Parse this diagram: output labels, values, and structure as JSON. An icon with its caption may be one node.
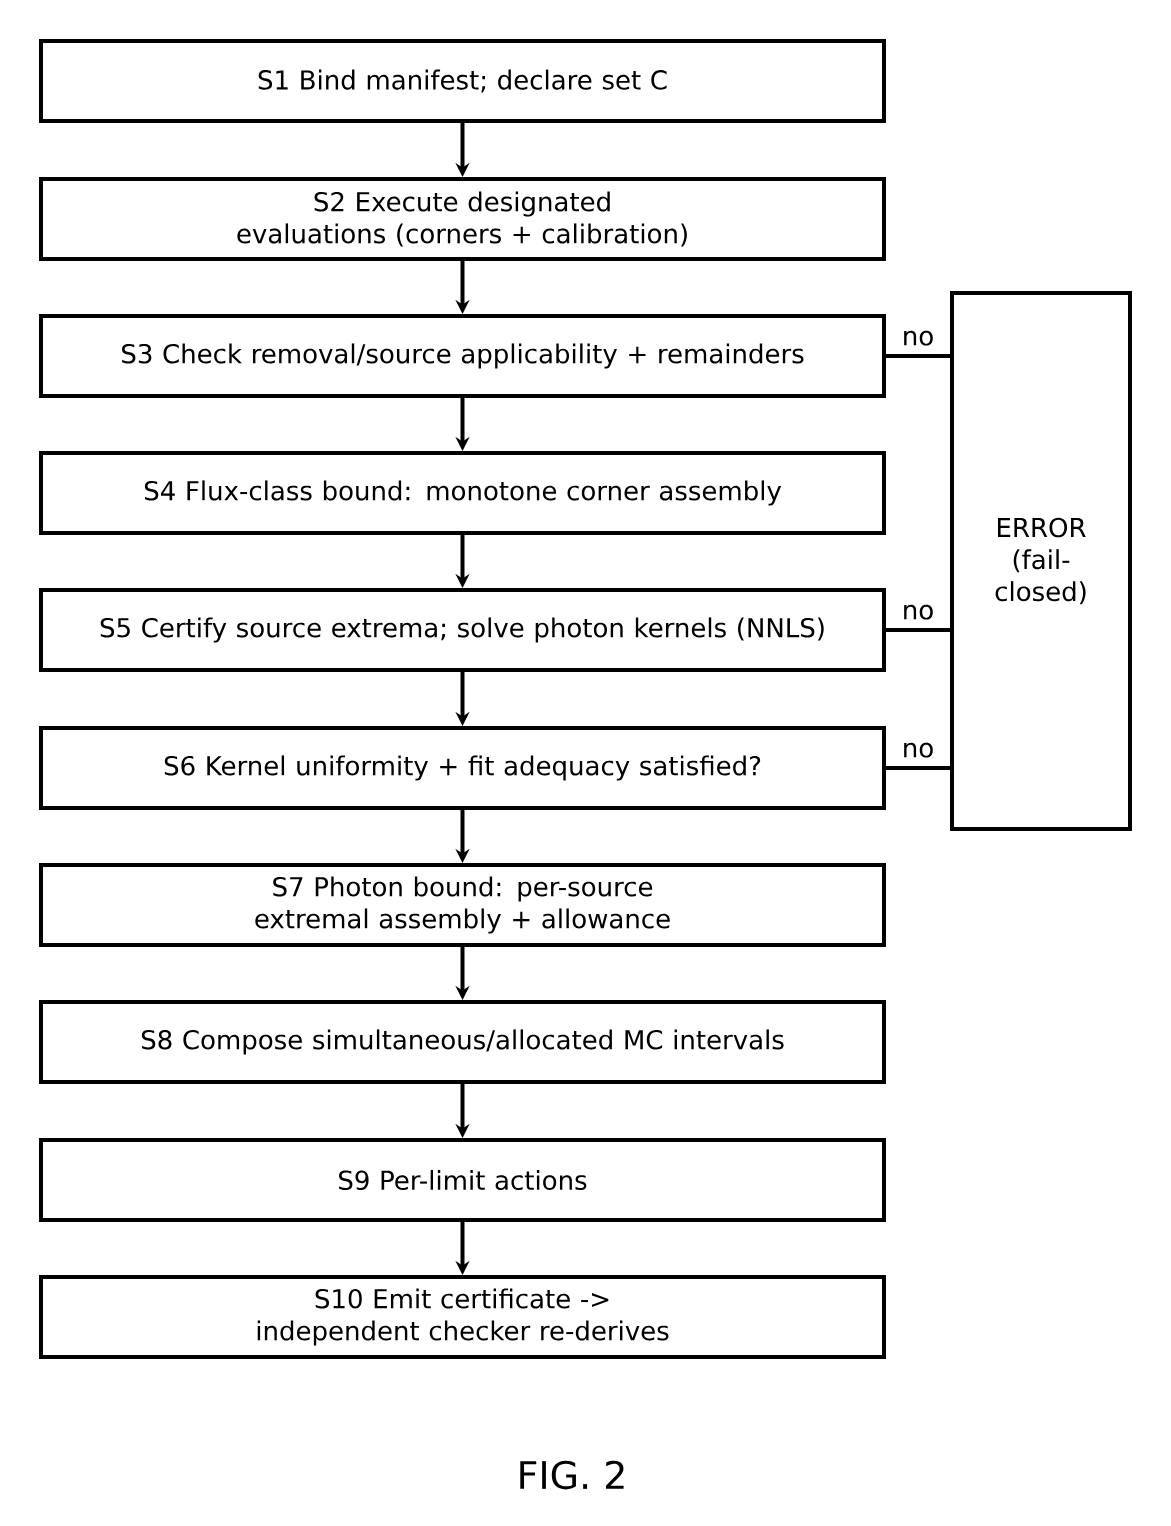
{
  "diagram": {
    "caption": "FIG. 2",
    "nodes": [
      {
        "text": [
          "S1 Bind manifest; declare set C"
        ]
      },
      {
        "text": [
          "S2 Execute designated evaluations (corners + calibration)"
        ]
      },
      {
        "text": [
          "S3 Check removal/source applicability + remainders"
        ]
      },
      {
        "text": [
          "S4 Flux-class bound: monotone corner assembly"
        ]
      },
      {
        "text": [
          "S5 Certify source extrema; solve photon kernels (NNLS)"
        ]
      },
      {
        "text": [
          "S6 Kernel uniformity + fit adequacy satisfied?"
        ]
      },
      {
        "text": [
          "S7 Photon bound: per-source extremal assembly + allowance"
        ]
      },
      {
        "text": [
          "S8 Compose simultaneous/allocated MC intervals"
        ]
      },
      {
        "text": [
          "S9 Per-limit actions"
        ]
      },
      {
        "text": [
          "S10 Emit certificate -> independent checker re-derives"
        ]
      },
      {
        "text": [
          "ERROR (fail-closed)"
        ]
      }
    ],
    "edges": [
      {
        "from": 0,
        "to": 1,
        "arrow": "to"
      },
      {
        "from": 1,
        "to": 2,
        "arrow": "to"
      },
      {
        "from": 2,
        "to": 3,
        "arrow": "to"
      },
      {
        "from": 3,
        "to": 4,
        "arrow": "to"
      },
      {
        "from": 4,
        "to": 5,
        "arrow": "to"
      },
      {
        "from": 5,
        "to": 6,
        "arrow": "to"
      },
      {
        "from": 6,
        "to": 7,
        "arrow": "to"
      },
      {
        "from": 7,
        "to": 8,
        "arrow": "to"
      },
      {
        "from": 8,
        "to": 9,
        "arrow": "to"
      },
      {
        "from": 2,
        "to": 10,
        "arrow": "none",
        "label": "no"
      },
      {
        "from": 4,
        "to": 10,
        "arrow": "none",
        "label": "no"
      },
      {
        "from": 5,
        "to": 10,
        "arrow": "none",
        "label": "no"
      }
    ]
  }
}
